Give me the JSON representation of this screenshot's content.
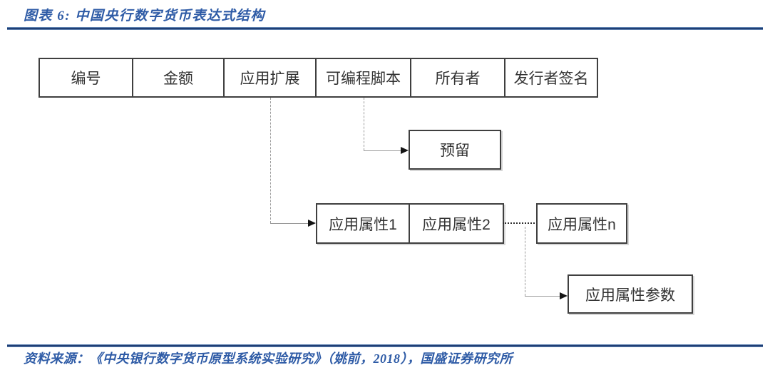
{
  "header": {
    "title": "图表 6:  中国央行数字货币表达式结构"
  },
  "diagram": {
    "fields": [
      {
        "label": "编号"
      },
      {
        "label": "金额"
      },
      {
        "label": "应用扩展"
      },
      {
        "label": "可编程脚本"
      },
      {
        "label": "所有者"
      },
      {
        "label": "发行者签名"
      }
    ],
    "nodes": {
      "reserved": "预留",
      "attr1": "应用属性1",
      "attr2": "应用属性2",
      "attrn": "应用属性n",
      "attr_params": "应用属性参数"
    },
    "edges": [
      {
        "from": "应用扩展",
        "to": "应用属性1",
        "style": "arrow"
      },
      {
        "from": "可编程脚本",
        "to": "预留",
        "style": "arrow"
      },
      {
        "from": "应用属性2",
        "to": "应用属性n",
        "style": "dotted"
      },
      {
        "from": "应用属性n",
        "to": "应用属性参数",
        "style": "arrow"
      }
    ]
  },
  "footer": {
    "source": "资料来源：《中央银行数字货币原型系统实验研究》（姚前，2018），国盛证券研究所"
  },
  "colors": {
    "accent_blue": "#2e5ba6",
    "rule_navy": "#1f3e74",
    "box_border": "#3f3f3f",
    "box_text": "#333333",
    "connector_gray": "#9a9a9a",
    "arrow_black": "#141414"
  }
}
